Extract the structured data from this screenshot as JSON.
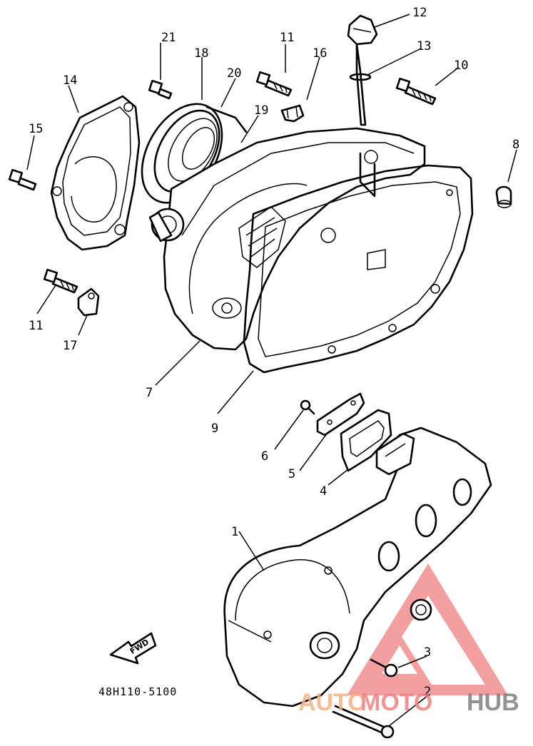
{
  "diagram": {
    "part_numbers": [
      {
        "id": "p1",
        "text": "1"
      },
      {
        "id": "p2",
        "text": "2"
      },
      {
        "id": "p3",
        "text": "3"
      },
      {
        "id": "p4",
        "text": "4"
      },
      {
        "id": "p5",
        "text": "5"
      },
      {
        "id": "p6",
        "text": "6"
      },
      {
        "id": "p7",
        "text": "7"
      },
      {
        "id": "p8",
        "text": "8"
      },
      {
        "id": "p9",
        "text": "9"
      },
      {
        "id": "p10",
        "text": "10"
      },
      {
        "id": "p11a",
        "text": "11"
      },
      {
        "id": "p11b",
        "text": "11"
      },
      {
        "id": "p12",
        "text": "12"
      },
      {
        "id": "p13",
        "text": "13"
      },
      {
        "id": "p14",
        "text": "14"
      },
      {
        "id": "p15",
        "text": "15"
      },
      {
        "id": "p16",
        "text": "16"
      },
      {
        "id": "p17",
        "text": "17"
      },
      {
        "id": "p18",
        "text": "18"
      },
      {
        "id": "p19",
        "text": "19"
      },
      {
        "id": "p20",
        "text": "20"
      },
      {
        "id": "p21",
        "text": "21"
      }
    ],
    "fwd_label": "FWD",
    "drawing_code": "48H110-5100"
  },
  "watermark": {
    "part1": "AUTO",
    "part2": "MOTO",
    "part3": "HUB",
    "color_auto": "#f4b183",
    "color_moto": "#f08080",
    "color_hub": "#808080",
    "logo_color": "#f08080"
  }
}
